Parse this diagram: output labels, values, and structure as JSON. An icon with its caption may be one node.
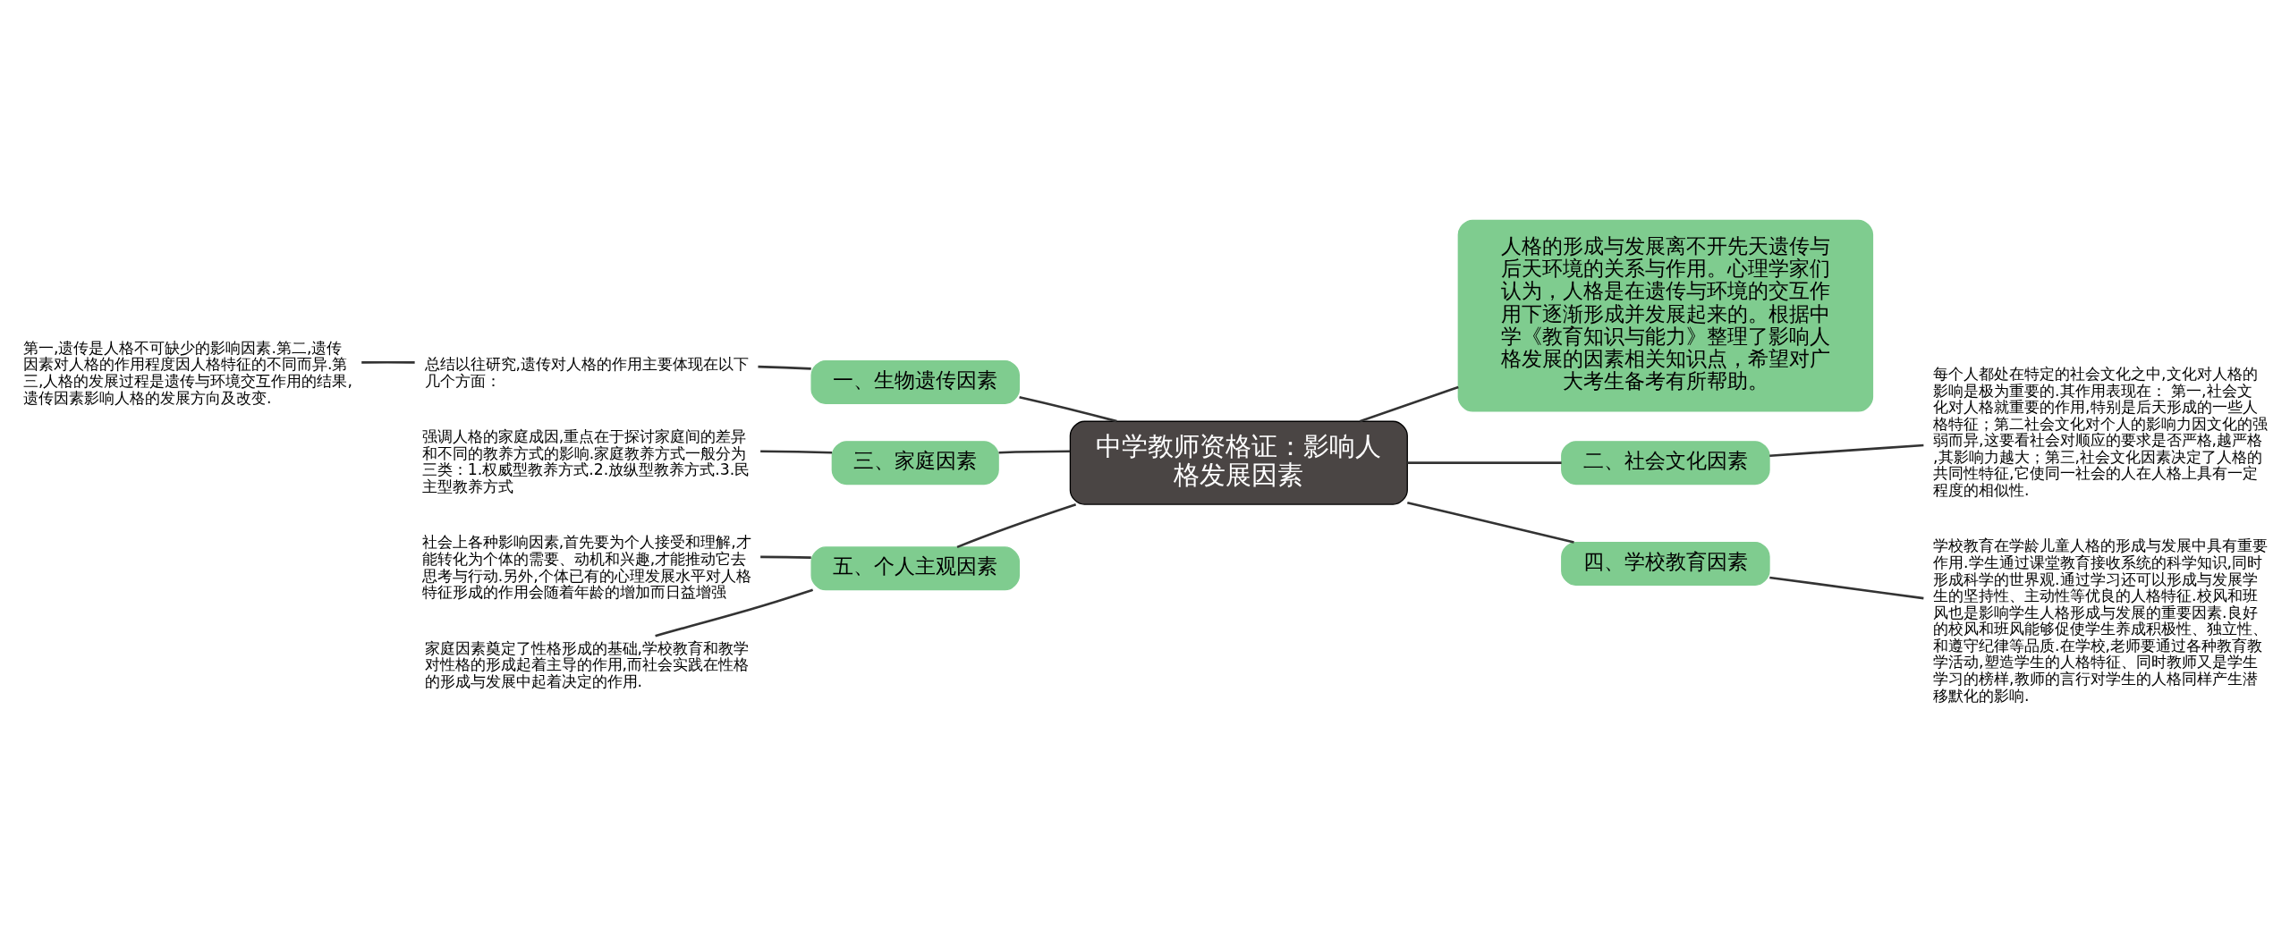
{
  "diagram": {
    "nodes": [
      {
        "text": [
          "中学教师资格证：影响人格发展因素"
        ]
      },
      {
        "text": [
          "人格的形成与发展离不开先天遗传与后天环境的关系与作用。心理学家们认为，人格是在遗传与环境的交互作用下逐渐形成并发展起来的。根据中学《教育知识与能力》整理了影响人格发展的因素相关知识点，希望对广大考生备考有所帮助。"
        ]
      },
      {
        "text": [
          "二、社会文化因素"
        ]
      },
      {
        "text": [
          "每个人都处在特定的社会文化之中,文化对人格的影响是极为重要的.其作用表现在： 第一,社会文化对人格就重要的作用,特别是后天形成的一些人格特征；第二社会文化对个人的影响力因文化的强弱而异,这要看社会对顺应的要求是否严格,越严格,其影响力越大；第三,社会文化因素决定了人格的共同性特征,它使同一社会的人在人格上具有一定程度的相似性."
        ]
      },
      {
        "text": [
          "四、学校教育因素"
        ]
      },
      {
        "text": [
          "学校教育在学龄儿童人格的形成与发展中具有重要作用.学生通过课堂教育接收系统的科学知识,同时形成科学的世界观.通过学习还可以形成与发展学生的坚持性、主动性等优良的人格特征.校风和班风也是影响学生人格形成与发展的重要因素.良好的校风和班风能够促使学生养成积极性、独立性、和遵守纪律等品质.在学校,老师要通过各种教育教学活动,塑造学生的人格特征、同时教师又是学生学习的榜样,教师的言行对学生的人格同样产生潜移默化的影响."
        ]
      },
      {
        "text": [
          "一、生物遗传因素"
        ]
      },
      {
        "text": [
          "总结以往研究,遗传对人格的作用主要体现在以下几个方面："
        ]
      },
      {
        "text": [
          "第一,遗传是人格不可缺少的影响因素.第二,遗传因素对人格的作用程度因人格特征的不同而异.第三,人格的发展过程是遗传与环境交互作用的结果,遗传因素影响人格的发展方向及改变."
        ]
      },
      {
        "text": [
          "三、家庭因素"
        ]
      },
      {
        "text": [
          "强调人格的家庭成因,重点在于探讨家庭间的差异和不同的教养方式的影响.家庭教养方式一般分为三类：1.权威型教养方式.2.放纵型教养方式.3.民主型教养方式"
        ]
      },
      {
        "text": [
          "五、个人主观因素"
        ]
      },
      {
        "text": [
          "社会上各种影响因素,首先要为个人接受和理解,才能转化为个体的需要、动机和兴趣,才能推动它去思考与行动.另外,个体已有的心理发展水平对人格特征形成的作用会随着年龄的增加而日益增强"
        ]
      },
      {
        "text": [
          "家庭因素奠定了性格形成的基础,学校教育和教学对性格的形成起着主导的作用,而社会实践在性格的形成与发展中起着决定的作用."
        ]
      }
    ],
    "edges": [
      {
        "from": 0,
        "to": 1,
        "arrow": "none"
      },
      {
        "from": 0,
        "to": 2,
        "arrow": "none"
      },
      {
        "from": 2,
        "to": 3,
        "arrow": "none"
      },
      {
        "from": 0,
        "to": 4,
        "arrow": "none"
      },
      {
        "from": 4,
        "to": 5,
        "arrow": "none"
      },
      {
        "from": 0,
        "to": 6,
        "arrow": "none"
      },
      {
        "from": 6,
        "to": 7,
        "arrow": "none"
      },
      {
        "from": 7,
        "to": 8,
        "arrow": "none"
      },
      {
        "from": 0,
        "to": 9,
        "arrow": "none"
      },
      {
        "from": 9,
        "to": 10,
        "arrow": "none"
      },
      {
        "from": 0,
        "to": 11,
        "arrow": "none"
      },
      {
        "from": 11,
        "to": 12,
        "arrow": "none"
      },
      {
        "from": 11,
        "to": 13,
        "arrow": "none"
      }
    ]
  }
}
